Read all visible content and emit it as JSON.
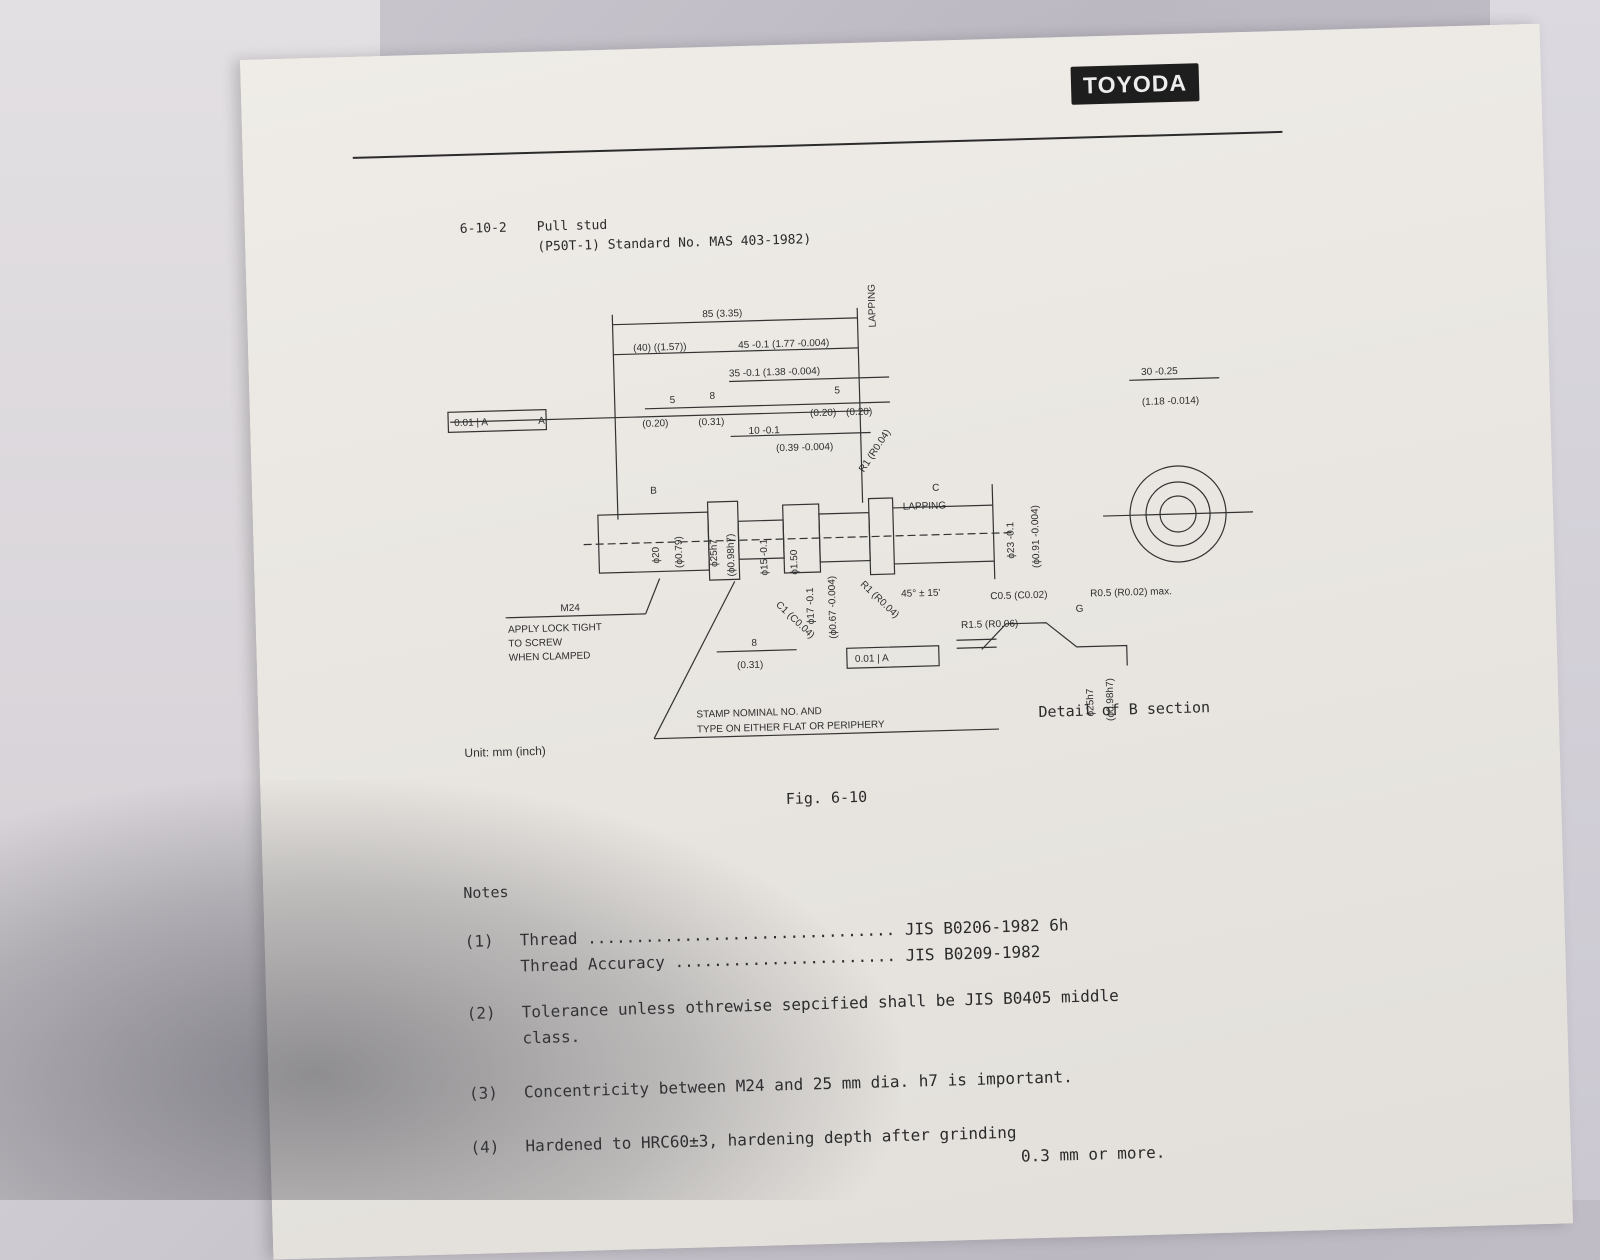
{
  "header": {
    "logo": "TOYODA"
  },
  "section": {
    "number": "6-10-2",
    "title": "Pull stud",
    "subtitle": "(P50T-1) Standard No. MAS 403-1982)"
  },
  "drawing": {
    "labels": {
      "dim_overall": "85 (3.35)",
      "dim_40": "(40) ((1.57))",
      "dim_45": "45 -0.1 (1.77 -0.004)",
      "dim_35": "35 -0.1 (1.38 -0.004)",
      "dim_5a": "5",
      "dim_8": "8",
      "dim_5b": "5",
      "dim_020": "(0.20)",
      "dim_031": "(0.31)",
      "dim_020b": "(0.20)",
      "dim_020c": "(0.20)",
      "dim_10": "10 -0.1",
      "dim_039": "(0.39 -0.004)",
      "tol_box_left": "0.01 | A",
      "tol_box_bottom": "0.01 | A",
      "lapping_top": "LAPPING",
      "lapping_mid": "LAPPING",
      "r1": "R1 (R0.04)",
      "c1": "C1 (C0.04)",
      "h1": "R1 (R0.04)",
      "angle": "45° ± 15'",
      "d20": "ϕ20",
      "d20in": "(ϕ0.79)",
      "d25h7": "ϕ25h7",
      "d098": "(ϕ0.98h7)",
      "d15": "ϕ15 -0.1",
      "d150": "ϕ1.50",
      "d17": "ϕ17 -0.1",
      "d067": "(ϕ0.67 -0.004)",
      "d23": "ϕ23 -0.1",
      "d091": "(ϕ0.91 -0.004)",
      "m24": "M24",
      "lock1": "APPLY LOCK TIGHT",
      "lock2": "TO SCREW",
      "lock3": "WHEN CLAMPED",
      "dim_8b": "8",
      "dim_031b": "(0.31)",
      "stamp1": "STAMP NOMINAL NO. AND",
      "stamp2": "TYPE ON EITHER FLAT OR PERIPHERY",
      "d30": "30 -0.25",
      "d118": "(1.18 -0.014)",
      "c05": "C0.5 (C0.02)",
      "r05": "R0.5 (R0.02) max.",
      "r15": "R1.5 (R0.06)",
      "d25b": "ϕ25h7",
      "d098b": "(ϕ0.98h7)",
      "letter_b": "B",
      "letter_c": "C",
      "letter_a": "A",
      "letter_g": "G"
    }
  },
  "detail_caption": "Detail of B section",
  "unit_label": "Unit: mm (inch)",
  "fig_caption": "Fig. 6-10",
  "notes": {
    "title": "Notes",
    "n1_num": "(1)",
    "n1_a": "Thread ................................ JIS B0206-1982 6h",
    "n1_b": "Thread Accuracy ....................... JIS B0209-1982",
    "n2_num": "(2)",
    "n2_a": "Tolerance unless othrewise sepcified shall be JIS B0405 middle",
    "n2_b": "class.",
    "n3_num": "(3)",
    "n3_a": "Concentricity between M24 and 25 mm dia. h7 is important.",
    "n4_num": "(4)",
    "n4_a": "Hardened to HRC60±3, hardening depth after grinding",
    "n4_b": "0.3 mm or more."
  }
}
